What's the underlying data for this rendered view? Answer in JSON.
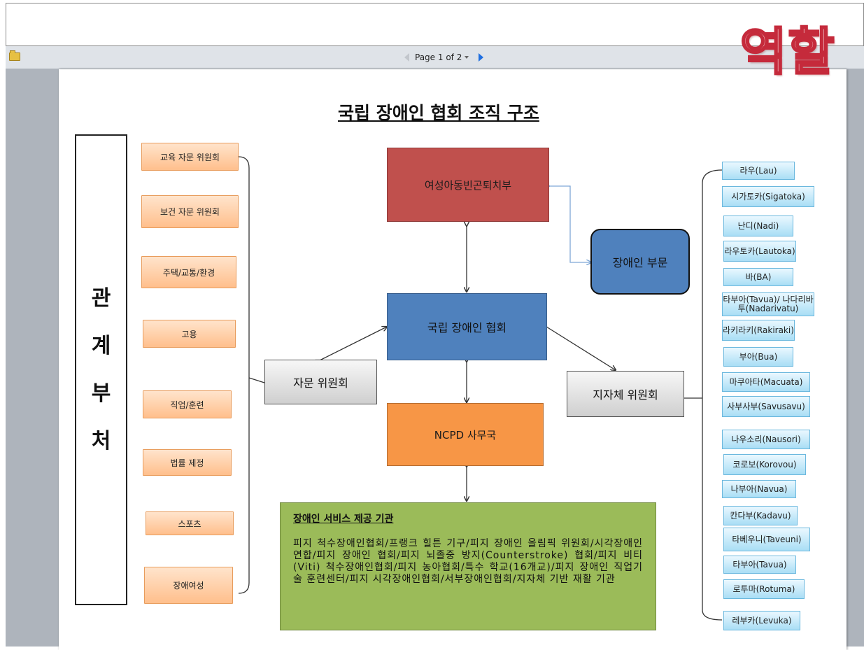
{
  "toolbar": {},
  "viewer": {
    "folder_icon": "folder-icon",
    "pager": {
      "label": "Page 1 of 2"
    }
  },
  "document": {
    "decorative_title": "역할",
    "title": "국립 장애인 협회 조직 구조",
    "side_label": [
      "관",
      "계",
      "부",
      "처"
    ],
    "left_items": [
      "교육 자문 위원회",
      "보건 자문 위원회",
      "주택/교통/환경",
      "고용",
      "직업/훈련",
      "법률 제정",
      "스포츠",
      "장애여성"
    ],
    "ministry": "여성아동빈곤퇴치부",
    "disability_division": "장애인 부문",
    "ncpd": "국립 장애인 협회",
    "advisory": "자문 위원회",
    "local": "지자체 위원회",
    "secretariat": "NCPD 사무국",
    "service": {
      "title": "장애인 서비스 제공 기관",
      "body": "피지 척수장애인협회/프랭크 힐튼 기구/피지 장애인 올림픽 위원회/시각장애인 연합/피지 장애인 협회/피지 뇌졸중 방지(Counterstroke) 협회/피지 비티(Viti) 척수장애인협회/피지 농아협회/특수 학교(16개교)/피지 장애인 직업기술 훈련센터/피지 시각장애인협회/서부장애인협회/지자체 기반 재활 기관"
    },
    "right_items": [
      "라우(Lau)",
      "시가토카(Sigatoka)",
      "난디(Nadi)",
      "라우토카(Lautoka)",
      "바(BA)",
      "타부아(Tavua)/ 나다리바투(Nadarivatu)",
      "라키라키(Rakiraki)",
      "부아(Bua)",
      "마쿠아타(Macuata)",
      "사부사부(Savusavu)",
      "나우소리(Nausori)",
      "코로보(Korovou)",
      "나부아(Navua)",
      "칸다부(Kadavu)",
      "타베우니(Taveuni)",
      "타부아(Tavua)",
      "로투마(Rotuma)",
      "레부카(Levuka)"
    ]
  }
}
